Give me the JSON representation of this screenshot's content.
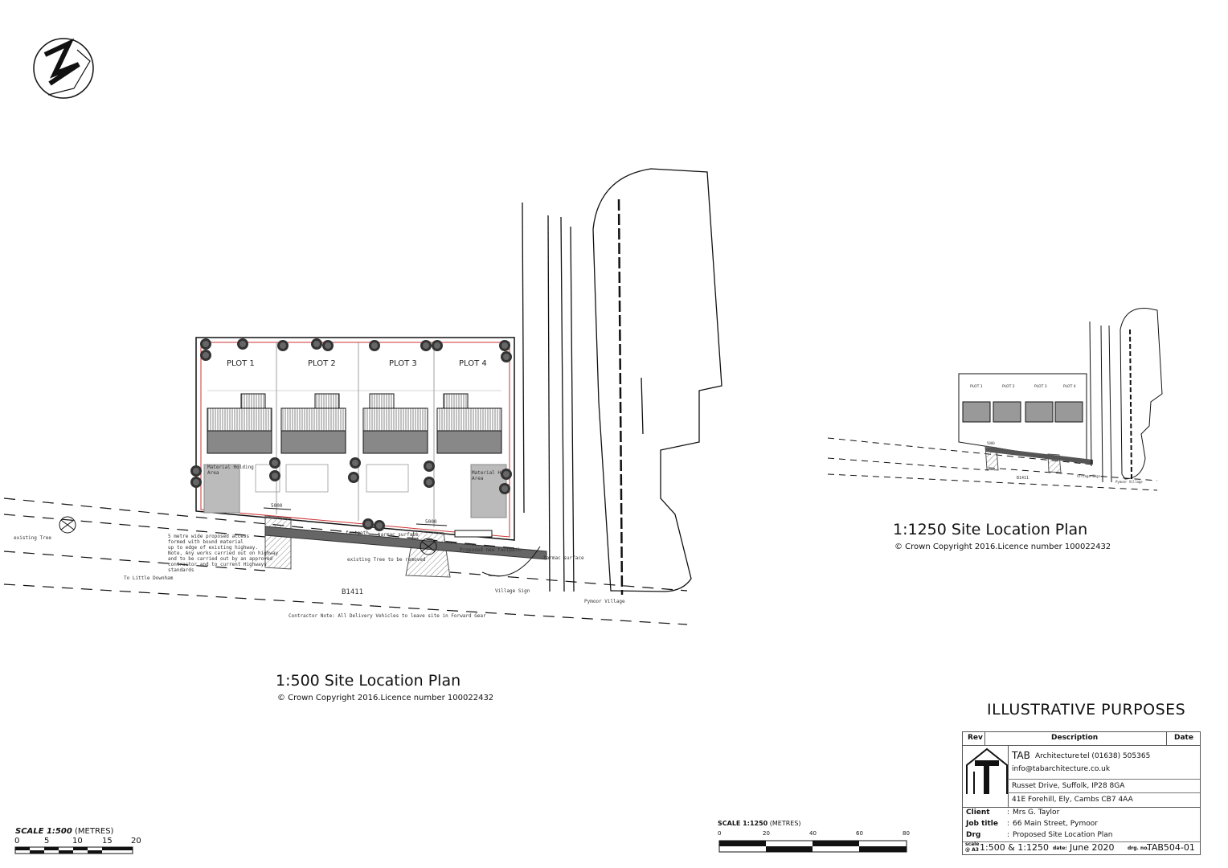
{
  "plan_main": {
    "title": "1:500 Site Location Plan",
    "copyright": "© Crown Copyright 2016.Licence number 100022432"
  },
  "plan_small": {
    "title": "1:1250 Site Location Plan",
    "copyright": "© Crown Copyright 2016.Licence number 100022432"
  },
  "plots": [
    "PLOT 1",
    "PLOT 2",
    "PLOT 3",
    "PLOT 4"
  ],
  "annotations": {
    "existing_tree_left": "existing Tree",
    "material_holding_1": [
      "Material Holding",
      "Area"
    ],
    "material_holding_2": [
      "Material Ho",
      "Area"
    ],
    "dim_1": "5000",
    "dim_2": "5000",
    "access_note": [
      "5 metre wide proposed access",
      "formed with bound material",
      "up to edge of existing highway.",
      "Note, Any works carried out on highway",
      "and  to be carried out by an approved",
      "contractor and to current Highways",
      "standards"
    ],
    "footpath": "footpath",
    "tarmac": "tarmac surface",
    "proposed_footpath": "Proposed new footpath",
    "tarmac_surface": "tarmac surface",
    "existing_tree_removed": "existing Tree to be removed",
    "to_little_downham": "To Little Downham",
    "road": "B1411",
    "village_sign": "Village Sign",
    "pymoor_village": "Pymoor Village",
    "contractor_note": "Contractor Note:   All Delivery Vehicles to leave site in Forward Gear"
  },
  "small_annotations": {
    "plots": [
      "PLOT 1",
      "PLOT 2",
      "PLOT 3",
      "PLOT 4"
    ],
    "road": "B1411",
    "village_sign": "Village Sign",
    "pymoor_village": "Pymoor Village",
    "dim": "5000"
  },
  "illustrative": "ILLUSTRATIVE PURPOSES",
  "title_block": {
    "rev_label": "Rev",
    "description_label": "Description",
    "date_label": "Date",
    "company": "TAB",
    "company_suffix": "Architecture",
    "tel": "tel (01638) 505365",
    "email": "info@tabarchitecture.co.uk",
    "address_1": "Russet Drive, Suffolk, IP28 8GA",
    "address_2": "41E Forehill, Ely, Cambs CB7 4AA",
    "client_label": "Client",
    "client": "Mrs G. Taylor",
    "job_label": "Job title",
    "job": "66 Main Street, Pymoor",
    "drg_label": "Drg",
    "drg": "Proposed Site Location Plan",
    "scale_label": "scale",
    "scale_sub": "@ A3",
    "scale": "1:500 & 1:1250",
    "date_field_label": "date:",
    "date": "June 2020",
    "drgno_label": "drg. no.",
    "drgno": "TAB504-01",
    "colon": ":"
  },
  "scale_bar_500": {
    "label_bold": "SCALE 1:500",
    "label_unit": "(METRES)",
    "ticks": [
      "0",
      "5",
      "10",
      "15",
      "20"
    ]
  },
  "scale_bar_1250": {
    "label_bold": "SCALE 1:1250",
    "label_unit": "(METRES)",
    "ticks": [
      "0",
      "20",
      "40",
      "60",
      "80"
    ]
  }
}
